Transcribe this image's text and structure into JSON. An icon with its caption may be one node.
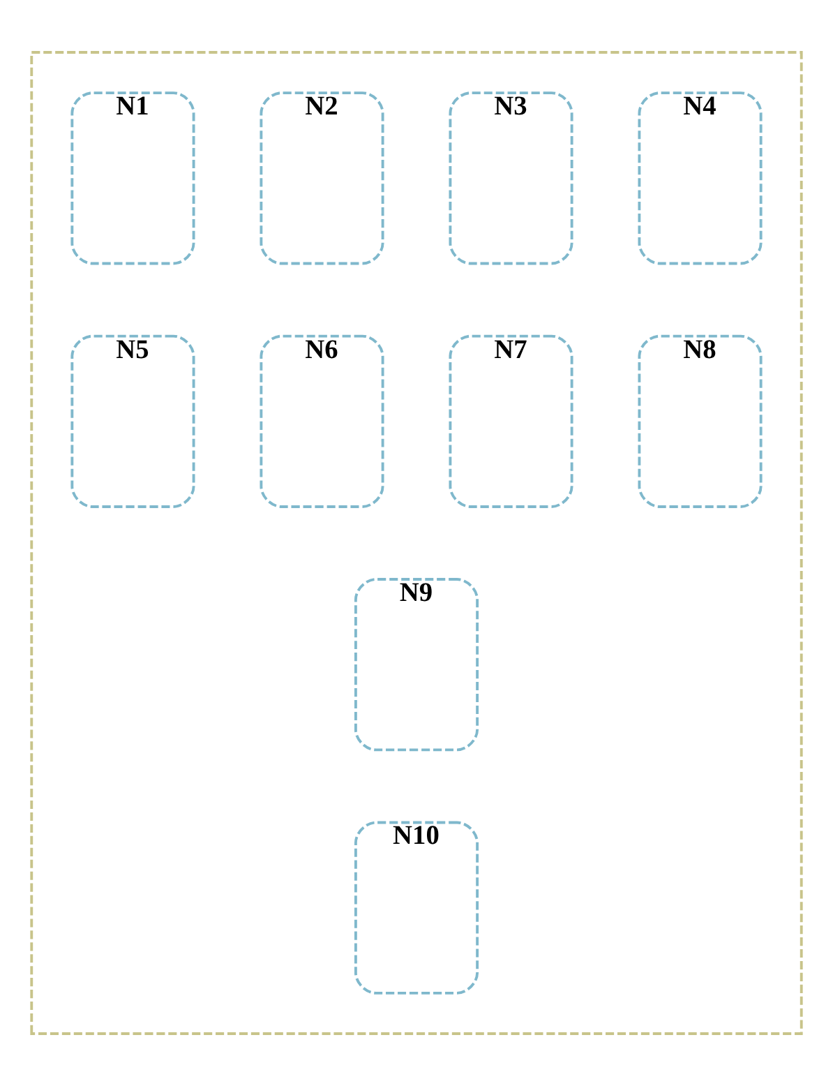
{
  "diagram": {
    "nodes": [
      {
        "text": [],
        "shape": "box"
      },
      {
        "text": [
          "N1"
        ],
        "in": 0
      },
      {
        "text": [
          "N2"
        ],
        "in": 0
      },
      {
        "text": [
          "N3"
        ],
        "in": 0
      },
      {
        "text": [
          "N4"
        ],
        "in": 0
      },
      {
        "text": [
          "N5"
        ],
        "in": 0
      },
      {
        "text": [
          "N6"
        ],
        "in": 0
      },
      {
        "text": [
          "N7"
        ],
        "in": 0
      },
      {
        "text": [
          "N8"
        ],
        "in": 0
      },
      {
        "text": [
          "N9"
        ],
        "in": 0
      },
      {
        "text": [
          "N10"
        ],
        "in": 0
      }
    ],
    "edges": []
  }
}
